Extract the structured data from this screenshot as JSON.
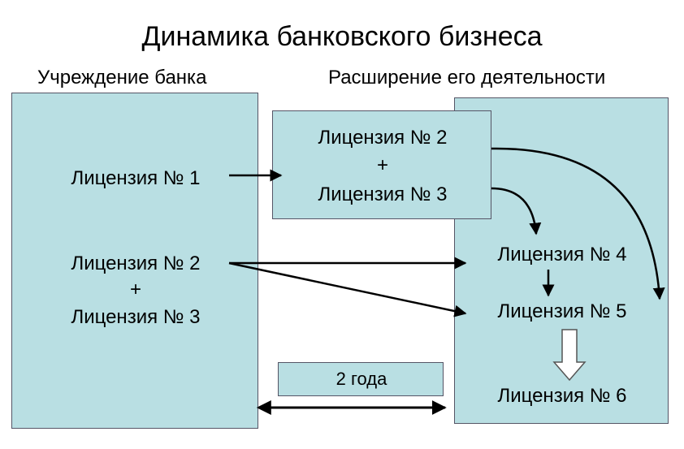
{
  "title": "Динамика банковского бизнеса",
  "left_header": "Учреждение банка",
  "right_header": "Расширение его деятельности",
  "left_box": {
    "license1": "Лицензия № 1",
    "license2": "Лицензия № 2",
    "plus": "+",
    "license3": "Лицензия № 3"
  },
  "middle_box": {
    "license2": "Лицензия № 2",
    "plus": "+",
    "license3": "Лицензия № 3"
  },
  "right_box": {
    "license4": "Лицензия № 4",
    "license5": "Лицензия № 5",
    "license6": "Лицензия № 6"
  },
  "duration_label": "2 года",
  "colors": {
    "box_fill": "#b9dfe3",
    "outline": "#556",
    "arrow": "#000000"
  }
}
